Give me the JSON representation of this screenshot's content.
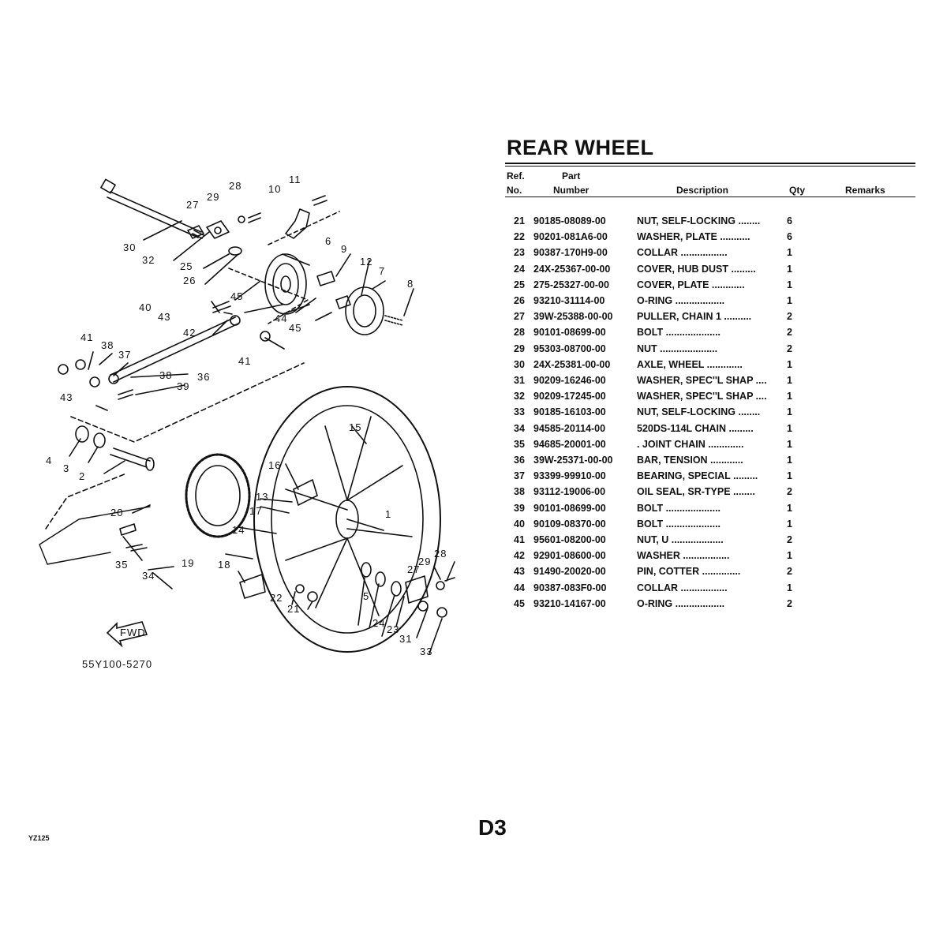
{
  "page": {
    "title": "REAR WHEEL",
    "page_number": "D3",
    "model": "YZ125"
  },
  "table": {
    "headers": {
      "ref_top": "Ref.",
      "ref_bottom": "No.",
      "part_top": "Part",
      "part_bottom": "Number",
      "description": "Description",
      "qty": "Qty",
      "remarks": "Remarks"
    },
    "rows": [
      {
        "ref": "21",
        "part": "90185-08089-00",
        "desc": "NUT, SELF-LOCKING",
        "dots": "........",
        "qty": "6"
      },
      {
        "ref": "22",
        "part": "90201-081A6-00",
        "desc": "WASHER, PLATE",
        "dots": "...........",
        "qty": "6"
      },
      {
        "ref": "23",
        "part": "90387-170H9-00",
        "desc": "COLLAR",
        "dots": ".................",
        "qty": "1"
      },
      {
        "ref": "24",
        "part": "24X-25367-00-00",
        "desc": "COVER, HUB DUST",
        "dots": ".........",
        "qty": "1"
      },
      {
        "ref": "25",
        "part": "275-25327-00-00",
        "desc": "COVER, PLATE",
        "dots": "............",
        "qty": "1"
      },
      {
        "ref": "26",
        "part": "93210-31114-00",
        "desc": "O-RING",
        "dots": "..................",
        "qty": "1"
      },
      {
        "ref": "27",
        "part": "39W-25388-00-00",
        "desc": "PULLER, CHAIN 1",
        "dots": "..........",
        "qty": "2"
      },
      {
        "ref": "28",
        "part": "90101-08699-00",
        "desc": "BOLT",
        "dots": "....................",
        "qty": "2"
      },
      {
        "ref": "29",
        "part": "95303-08700-00",
        "desc": "NUT",
        "dots": ".....................",
        "qty": "2"
      },
      {
        "ref": "30",
        "part": "24X-25381-00-00",
        "desc": "AXLE, WHEEL",
        "dots": ".............",
        "qty": "1"
      },
      {
        "ref": "31",
        "part": "90209-16246-00",
        "desc": "WASHER, SPEC''L SHAP",
        "dots": "....",
        "qty": "1"
      },
      {
        "ref": "32",
        "part": "90209-17245-00",
        "desc": "WASHER, SPEC''L SHAP",
        "dots": "....",
        "qty": "1"
      },
      {
        "ref": "33",
        "part": "90185-16103-00",
        "desc": "NUT, SELF-LOCKING",
        "dots": "........",
        "qty": "1"
      },
      {
        "ref": "34",
        "part": "94585-20114-00",
        "desc": "520DS-114L CHAIN",
        "dots": ".........",
        "qty": "1"
      },
      {
        "ref": "35",
        "part": "94685-20001-00",
        "desc": ". JOINT CHAIN",
        "dots": ".............",
        "qty": "1"
      },
      {
        "ref": "36",
        "part": "39W-25371-00-00",
        "desc": "BAR, TENSION",
        "dots": "............",
        "qty": "1"
      },
      {
        "ref": "37",
        "part": "93399-99910-00",
        "desc": "BEARING, SPECIAL",
        "dots": ".........",
        "qty": "1"
      },
      {
        "ref": "38",
        "part": "93112-19006-00",
        "desc": "OIL SEAL, SR-TYPE",
        "dots": "........",
        "qty": "2"
      },
      {
        "ref": "39",
        "part": "90101-08699-00",
        "desc": "BOLT",
        "dots": "....................",
        "qty": "1"
      },
      {
        "ref": "40",
        "part": "90109-08370-00",
        "desc": "BOLT",
        "dots": "....................",
        "qty": "1"
      },
      {
        "ref": "41",
        "part": "95601-08200-00",
        "desc": "NUT, U",
        "dots": "...................",
        "qty": "2"
      },
      {
        "ref": "42",
        "part": "92901-08600-00",
        "desc": "WASHER",
        "dots": ".................",
        "qty": "1"
      },
      {
        "ref": "43",
        "part": "91490-20020-00",
        "desc": "PIN, COTTER",
        "dots": "..............",
        "qty": "2"
      },
      {
        "ref": "44",
        "part": "90387-083F0-00",
        "desc": "COLLAR",
        "dots": ".................",
        "qty": "1"
      },
      {
        "ref": "45",
        "part": "93210-14167-00",
        "desc": "O-RING",
        "dots": "..................",
        "qty": "2"
      }
    ]
  },
  "diagram": {
    "code": "55Y100-5270",
    "fwd_label": "FWD",
    "callouts": [
      "1",
      "2",
      "3",
      "4",
      "5",
      "6",
      "7",
      "8",
      "9",
      "10",
      "11",
      "12",
      "13",
      "14",
      "15",
      "16",
      "17",
      "18",
      "19",
      "20",
      "21",
      "22",
      "23",
      "24",
      "25",
      "26",
      "27",
      "28",
      "29",
      "30",
      "31",
      "32",
      "33",
      "34",
      "35",
      "36",
      "37",
      "38",
      "39",
      "40",
      "41",
      "42",
      "43",
      "44",
      "45"
    ]
  }
}
